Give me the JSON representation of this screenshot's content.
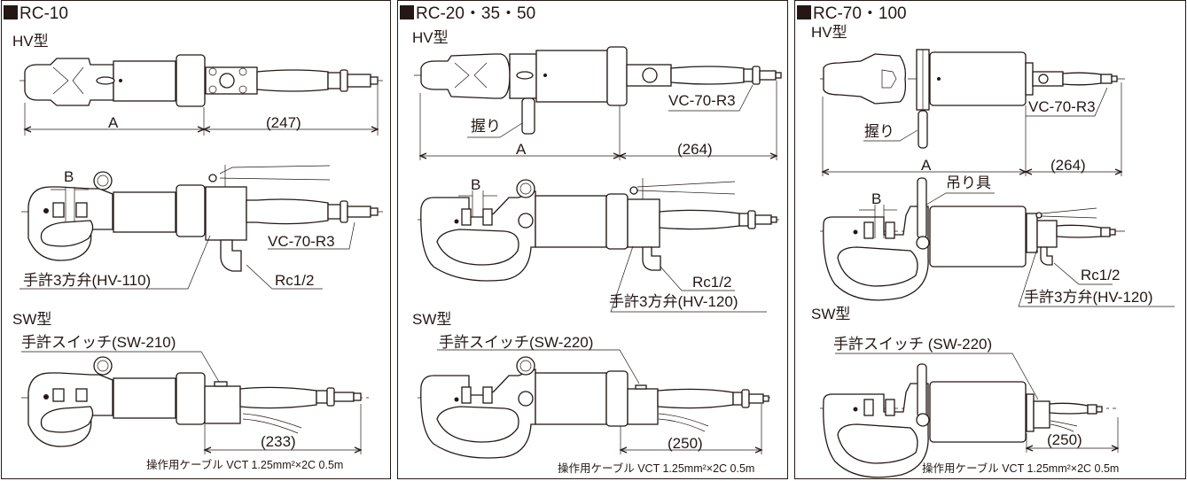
{
  "panels": [
    {
      "title": "RC-10",
      "hv_type_label": "HV型",
      "hv_dim_a": "A",
      "hv_dim_length": "(247)",
      "hv_dim_b": "B",
      "valve_label": "手許3方弁(HV-110)",
      "coupler_label": "VC-70-R3",
      "port_label": "Rc1/2",
      "sw_type_label": "SW型",
      "switch_label": "手許スイッチ(SW-210)",
      "sw_dim_length": "(233)",
      "cable_label": "操作用ケーブル VCT 1.25mm²×2C 0.5m"
    },
    {
      "title": "RC-20・35・50",
      "hv_type_label": "HV型",
      "grip_label": "握り",
      "hv_dim_a": "A",
      "hv_dim_length": "(264)",
      "hv_dim_b": "B",
      "coupler_label": "VC-70-R3",
      "port_label": "Rc1/2",
      "valve_label": "手許3方弁(HV-120)",
      "sw_type_label": "SW型",
      "switch_label": "手許スイッチ(SW-220)",
      "sw_dim_length": "(250)",
      "cable_label": "操作用ケーブル VCT 1.25mm²×2C 0.5m"
    },
    {
      "title": "RC-70・100",
      "hv_type_label": "HV型",
      "grip_label": "握り",
      "coupler_label": "VC-70-R3",
      "hv_dim_a": "A",
      "hv_dim_length": "(264)",
      "lifting_label": "吊り具",
      "hv_dim_b": "B",
      "port_label": "Rc1/2",
      "valve_label": "手許3方弁(HV-120)",
      "sw_type_label": "SW型",
      "switch_label": "手許スイッチ (SW-220)",
      "sw_dim_length": "(250)",
      "cable_label": "操作用ケーブル VCT 1.25mm²×2C 0.5m"
    }
  ]
}
